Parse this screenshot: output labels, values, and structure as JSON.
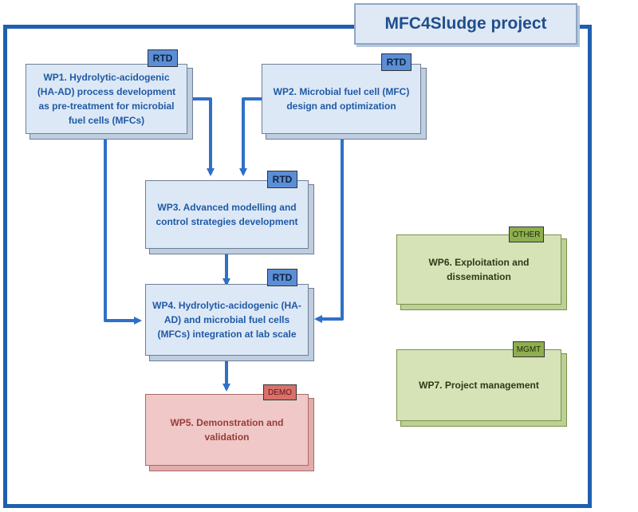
{
  "title": "MFC4Sludge project",
  "colors": {
    "frame": "#1f5fb0",
    "arrow": "#2e70c8",
    "rtd_box": "#dde8f6",
    "other_box": "#d5e3b7",
    "demo_box": "#efc8c7"
  },
  "work_packages": {
    "wp1": {
      "text": "WP1. Hydrolytic-acidogenic (HA-AD) process development as pre-treatment for microbial fuel cells (MFCs)",
      "badge": "RTD"
    },
    "wp2": {
      "text": "WP2. Microbial fuel cell (MFC) design and optimization",
      "badge": "RTD"
    },
    "wp3": {
      "text": "WP3. Advanced modelling and control strategies development",
      "badge": "RTD"
    },
    "wp4": {
      "text": "WP4. Hydrolytic-acidogenic (HA-AD) and microbial fuel cells (MFCs) integration at lab scale",
      "badge": "RTD"
    },
    "wp5": {
      "text": "WP5. Demonstration and validation",
      "badge": "DEMO"
    },
    "wp6": {
      "text": "WP6. Exploitation and dissemination",
      "badge": "OTHER"
    },
    "wp7": {
      "text": "WP7. Project management",
      "badge": "MGMT"
    }
  }
}
